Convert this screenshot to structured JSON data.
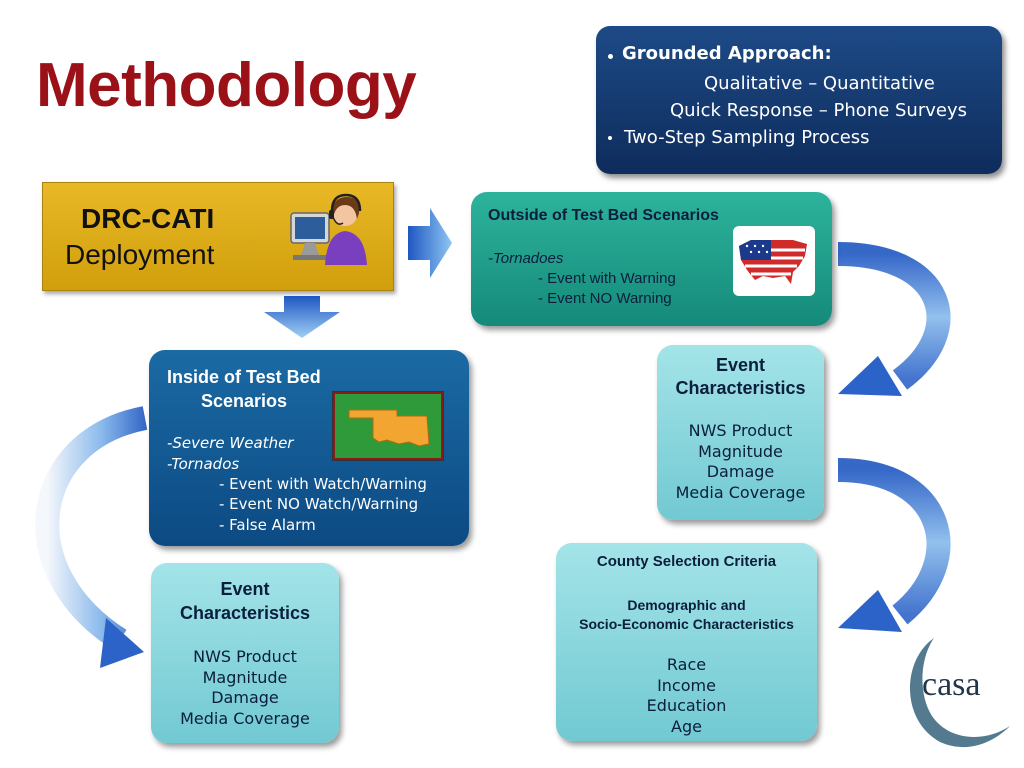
{
  "title": "Methodology",
  "approach": {
    "line1": "Grounded  Approach",
    "line1_colon": ":",
    "line2": "Qualitative – Quantitative",
    "line3": "Quick Response – Phone Surveys",
    "line4": "Two-Step Sampling Process"
  },
  "drc": {
    "line1": "DRC-CATI",
    "line2": "Deployment"
  },
  "outside": {
    "title": "Outside of Test Bed Scenarios",
    "tornadoes": "-Tornadoes",
    "item1": "- Event with Warning",
    "item2": "- Event NO Warning"
  },
  "inside": {
    "title1": "Inside of Test Bed",
    "title2": "Scenarios",
    "severe": "-Severe Weather",
    "tornados": "-Tornados",
    "item1": "- Event with Watch/Warning",
    "item2": "- Event NO Watch/Warning",
    "item3": "- False Alarm"
  },
  "event_right": {
    "title1": "Event",
    "title2": "Characteristics",
    "items": [
      "NWS Product",
      "Magnitude",
      "Damage",
      "Media Coverage"
    ]
  },
  "event_left": {
    "title1": "Event",
    "title2": "Characteristics",
    "items": [
      "NWS Product",
      "Magnitude",
      "Damage",
      "Media Coverage"
    ]
  },
  "county": {
    "title": "County Selection Criteria",
    "sub1": "Demographic and",
    "sub2": "Socio-Economic Characteristics",
    "items": [
      "Race",
      "Income",
      "Education",
      "Age"
    ]
  },
  "logo": {
    "text": "casa"
  },
  "icons": [
    "call-center-agent-icon",
    "us-flag-map-icon",
    "oklahoma-map-icon",
    "casa-logo"
  ]
}
